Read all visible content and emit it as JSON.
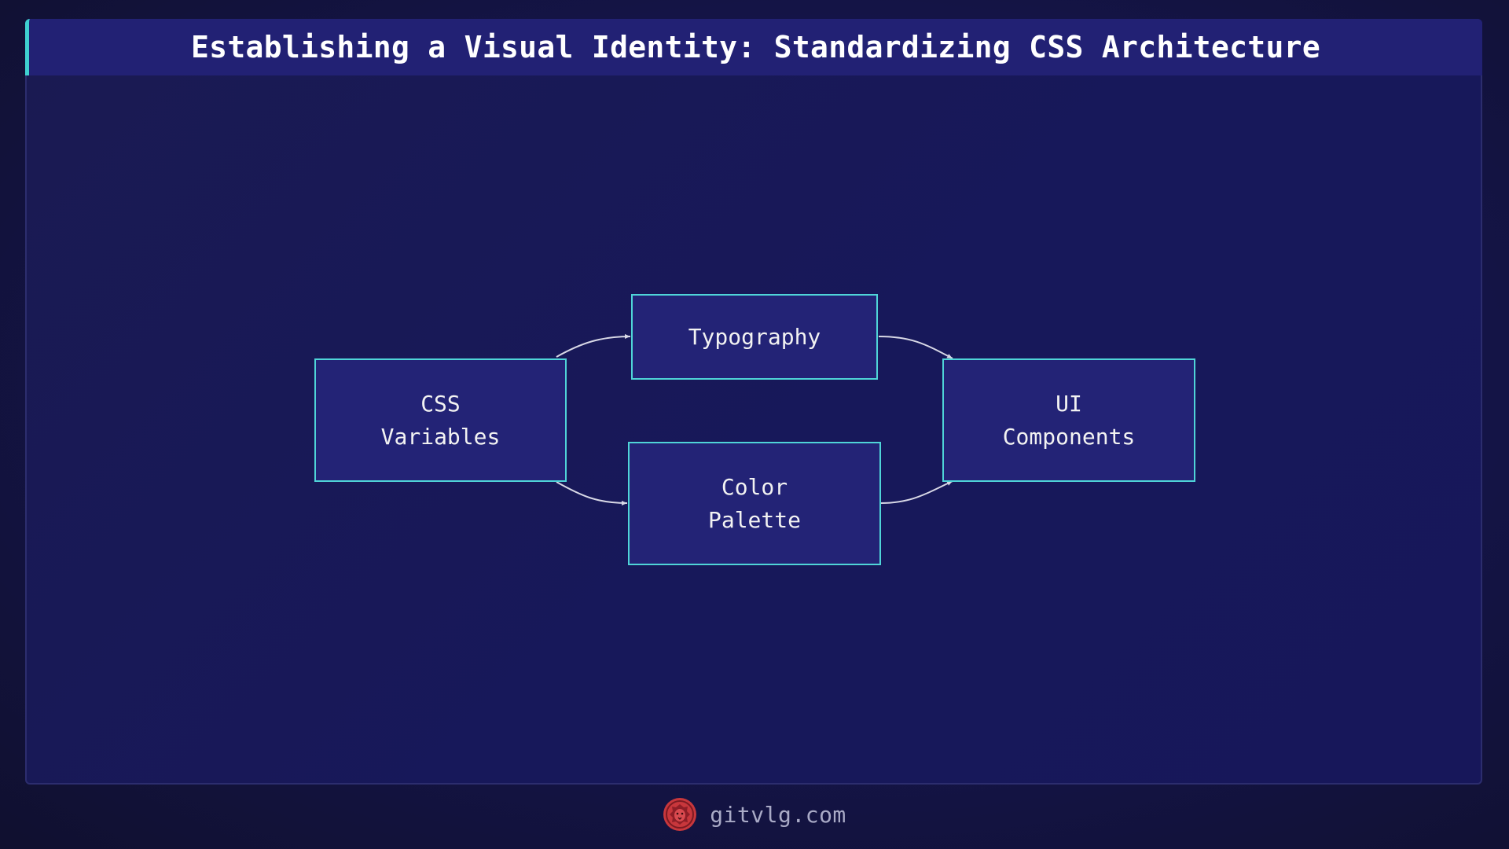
{
  "title": "Establishing a Visual Identity: Standardizing CSS Architecture",
  "nodes": {
    "css_variables": "CSS\nVariables",
    "typography": "Typography",
    "color_palette": "Color\nPalette",
    "ui_components": "UI\nComponents"
  },
  "edges": [
    {
      "from": "CSS Variables",
      "to": "Typography"
    },
    {
      "from": "CSS Variables",
      "to": "Color Palette"
    },
    {
      "from": "Typography",
      "to": "UI Components"
    },
    {
      "from": "Color Palette",
      "to": "UI Components"
    }
  ],
  "footer": {
    "site": "gitvlg.com",
    "logo_icon": "lion-head-icon"
  },
  "colors": {
    "background": "#141447",
    "title_bar": "#222174",
    "accent": "#3fd0d0",
    "node_fill": "#232376",
    "node_border": "#4fd4d8",
    "arrow": "#d8d8e6",
    "logo": "#c8373c"
  }
}
